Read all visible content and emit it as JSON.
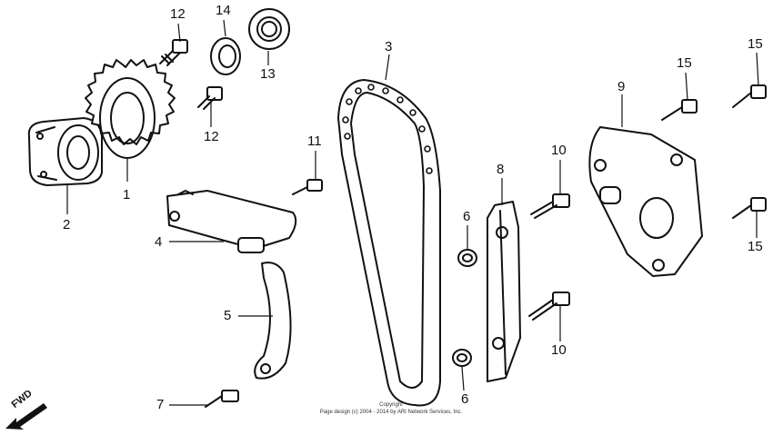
{
  "diagram": {
    "callouts": {
      "c1": "1",
      "c2": "2",
      "c3": "3",
      "c4": "4",
      "c5": "5",
      "c6a": "6",
      "c6b": "6",
      "c7": "7",
      "c8": "8",
      "c9": "9",
      "c10a": "10",
      "c10b": "10",
      "c11": "11",
      "c12a": "12",
      "c12b": "12",
      "c13": "13",
      "c14": "14",
      "c15a": "15",
      "c15b": "15",
      "c15c": "15"
    },
    "direction_label": "FWD",
    "copyright_line1": "Copyright",
    "copyright_line2": "Page design (c) 2004 - 2014 by ARI Network Services, Inc."
  },
  "colors": {
    "ink": "#111111",
    "background": "#ffffff"
  }
}
